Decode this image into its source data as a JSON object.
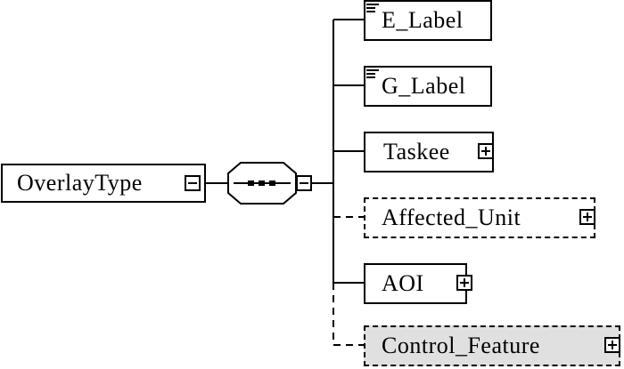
{
  "root": {
    "label": "OverlayType"
  },
  "compositor": {
    "kind": "sequence",
    "icon": "sequence-icon"
  },
  "children": [
    {
      "label": "E_Label",
      "optional": false,
      "expandable": false,
      "has_doc_icon": true
    },
    {
      "label": "G_Label",
      "optional": false,
      "expandable": false,
      "has_doc_icon": true
    },
    {
      "label": "Taskee",
      "optional": false,
      "expandable": true,
      "has_doc_icon": false
    },
    {
      "label": "Affected_Unit",
      "optional": true,
      "expandable": true,
      "has_doc_icon": false
    },
    {
      "label": "AOI",
      "optional": false,
      "expandable": true,
      "has_doc_icon": false
    },
    {
      "label": "Control_Feature",
      "optional": true,
      "expandable": true,
      "has_doc_icon": false
    }
  ]
}
